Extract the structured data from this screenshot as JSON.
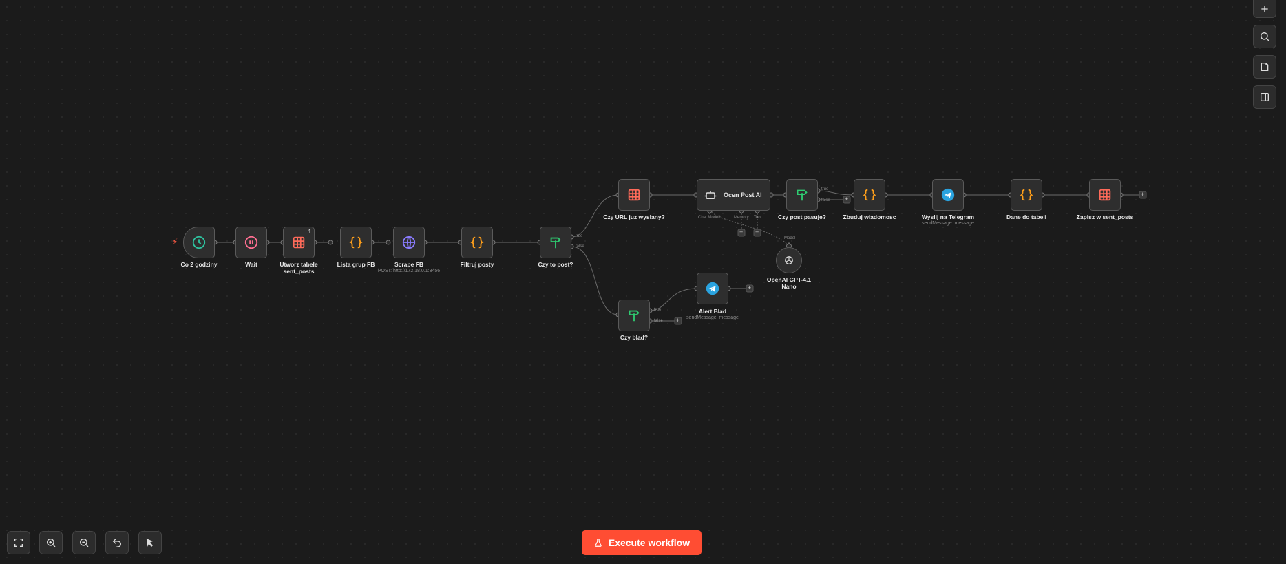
{
  "colors": {
    "background": "#1b1b1b",
    "node": "#2e2e2e",
    "accent": "#ff4d33",
    "wire": "#6b6b6b"
  },
  "nodes": {
    "co2": {
      "label": "Co 2 godziny",
      "icon": "clock-icon"
    },
    "wait": {
      "label": "Wait",
      "icon": "pause-icon"
    },
    "utworz": {
      "label1": "Utworz tabele",
      "label2": "sent_posts",
      "badge": "1",
      "icon": "table-icon"
    },
    "lista": {
      "label": "Lista grup FB",
      "icon": "code-braces-icon"
    },
    "scrape": {
      "label": "Scrape FB",
      "sub": "POST: http://172.18.0.1:3456",
      "icon": "globe-icon"
    },
    "filtruj": {
      "label": "Filtruj posty",
      "icon": "code-braces-icon"
    },
    "czyto": {
      "label": "Czy to post?",
      "icon": "if-signpost-icon"
    },
    "czyurl": {
      "label": "Czy URL juz wyslany?",
      "icon": "table-icon"
    },
    "ocen": {
      "label": "Ocen Post AI",
      "icon": "robot-icon"
    },
    "czypasuje": {
      "label": "Czy post pasuje?",
      "icon": "if-signpost-icon"
    },
    "zbuduj": {
      "label": "Zbuduj wiadomosc",
      "icon": "code-braces-icon"
    },
    "wyslij": {
      "label": "Wyslij na Telegram",
      "sub": "sendMessage: message",
      "icon": "telegram-icon"
    },
    "dane": {
      "label": "Dane do tabeli",
      "icon": "code-braces-icon"
    },
    "zapisz": {
      "label": "Zapisz w sent_posts",
      "icon": "table-icon"
    },
    "openai": {
      "label1": "OpenAI GPT-4.1",
      "label2": "Nano",
      "icon": "openai-icon"
    },
    "czyblad": {
      "label": "Czy blad?",
      "icon": "if-signpost-icon"
    },
    "alert": {
      "label": "Alert Blad",
      "sub": "sendMessage: message",
      "icon": "telegram-icon"
    }
  },
  "ports": {
    "true": "true",
    "false": "false",
    "chat_model": "Chat Model*",
    "memory": "Memory",
    "tool": "Tool",
    "model": "Model",
    "plus": "+"
  },
  "toolbar_right": [
    "plus-icon",
    "search-icon",
    "sticky-note-icon",
    "panel-icon"
  ],
  "toolbar_bottom": [
    "fit-view-icon",
    "zoom-in-icon",
    "zoom-out-icon",
    "undo-icon",
    "tidy-up-icon"
  ],
  "execute": {
    "label": "Execute workflow",
    "icon": "flask-icon"
  }
}
